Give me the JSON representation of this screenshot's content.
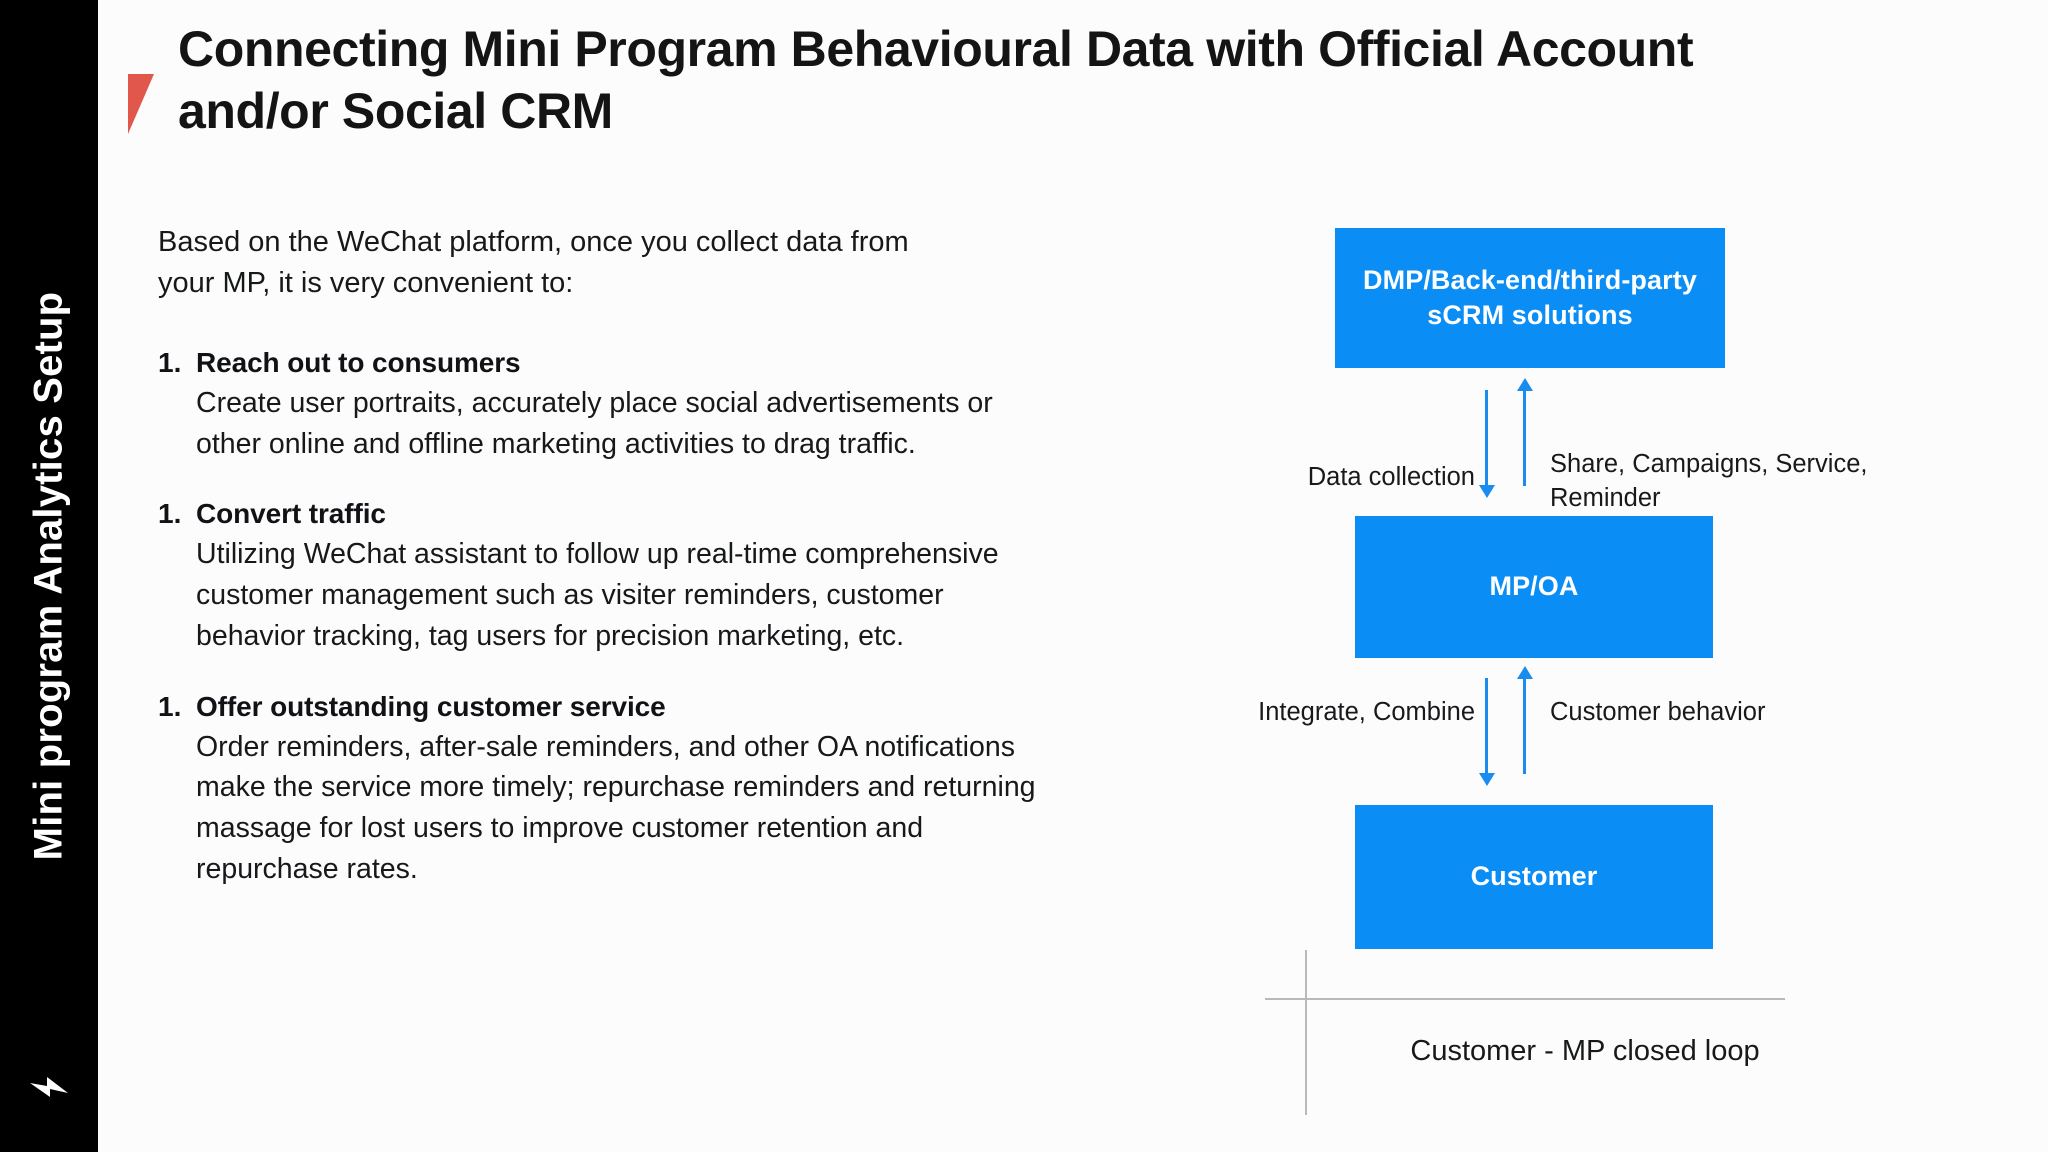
{
  "sidebar": {
    "label": "Mini program Analytics Setup",
    "logo_icon": "lightning-bolt-logo-icon",
    "background": "#000000"
  },
  "header": {
    "title": "Connecting Mini Program Behavioural Data with Official Account and/or Social CRM",
    "accent_icon": "red-triangle-accent-icon",
    "accent_color": "#e2574c"
  },
  "content": {
    "intro": "Based on the WeChat platform, once you collect data from your MP, it is very convenient to:",
    "items": [
      {
        "marker": "1.",
        "title": "Reach out to consumers",
        "body": "Create user portraits, accurately place social advertisements or other online and offline marketing activities to drag traffic."
      },
      {
        "marker": "1.",
        "title": "Convert traffic",
        "body": "Utilizing WeChat assistant to follow up real-time comprehensive customer management such as visiter reminders, customer behavior tracking, tag users for precision marketing, etc."
      },
      {
        "marker": "1.",
        "title": "Offer outstanding customer service",
        "body": "Order reminders, after-sale reminders, and other OA notifications make the service more timely; repurchase reminders and returning massage for lost users to improve customer retention and repurchase rates."
      }
    ]
  },
  "diagram": {
    "accent_color": "#0a8df5",
    "nodes": [
      {
        "id": "dmp",
        "label": "DMP/Back-end/third-party sCRM solutions"
      },
      {
        "id": "mpoa",
        "label": "MP/OA"
      },
      {
        "id": "customer",
        "label": "Customer"
      }
    ],
    "edges": [
      {
        "id": "data-collection",
        "label": "Data collection",
        "direction": "down"
      },
      {
        "id": "share-campaigns",
        "label": "Share, Campaigns, Service, Reminder",
        "direction": "up"
      },
      {
        "id": "integrate-combine",
        "label": "Integrate, Combine",
        "direction": "down"
      },
      {
        "id": "customer-behavior",
        "label": "Customer behavior",
        "direction": "up"
      }
    ],
    "caption": "Customer - MP closed loop"
  }
}
